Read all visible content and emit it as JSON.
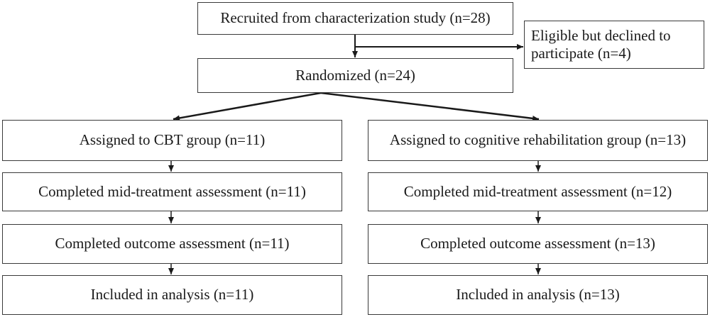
{
  "flowchart": {
    "recruited": "Recruited from characterization study (n=28)",
    "declined": "Eligible but declined to participate (n=4)",
    "randomized": "Randomized (n=24)",
    "cbt": {
      "assigned": "Assigned to CBT group (n=11)",
      "mid_treatment": "Completed mid-treatment assessment (n=11)",
      "outcome": "Completed outcome assessment (n=11)",
      "analysis": "Included in analysis (n=11)"
    },
    "cognitive": {
      "assigned": "Assigned to cognitive rehabilitation group (n=13)",
      "mid_treatment": "Completed mid-treatment assessment (n=12)",
      "outcome": "Completed outcome assessment (n=13)",
      "analysis": "Included in analysis (n=13)"
    }
  },
  "colors": {
    "line": "#1a1a1a",
    "border": "#3a3a3a",
    "text": "#1a1a1a",
    "background": "#ffffff"
  }
}
